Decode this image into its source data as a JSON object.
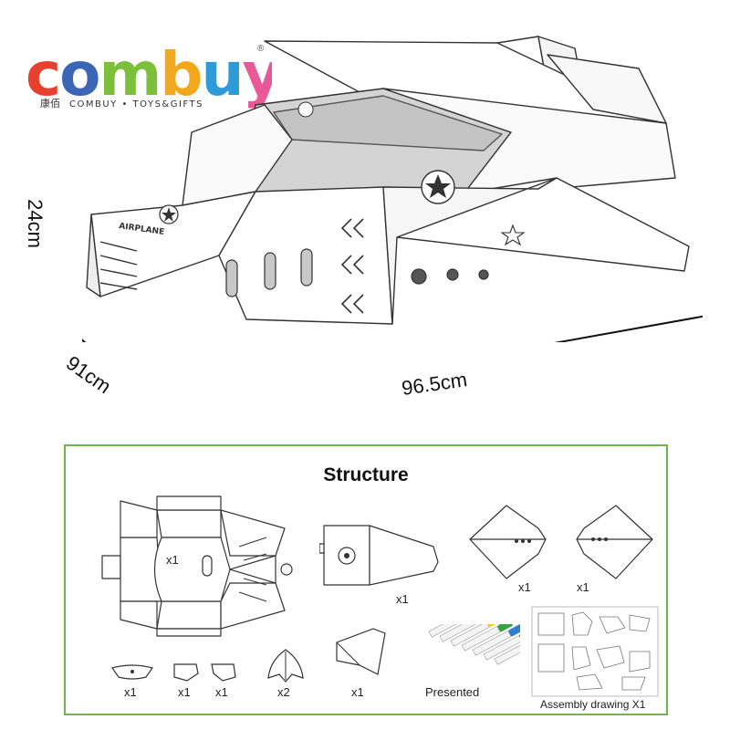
{
  "brand": {
    "name": "combuy",
    "reg_mark": "®",
    "chinese": "康佰",
    "tagline": "COMBUY • TOYS&GIFTS",
    "colors": {
      "c": "#e8402f",
      "o1": "#3a66b5",
      "m": "#7cbf3b",
      "b": "#f2a81d",
      "u": "#2f9ad8",
      "y": "#e85a97"
    }
  },
  "product": {
    "icon": "cardboard-airplane-drawing",
    "badge_text": "AIRPLANE"
  },
  "dimensions": {
    "height": "24cm",
    "depth": "91cm",
    "width": "96.5cm"
  },
  "structure": {
    "title": "Structure",
    "border_color": "#6fb64a",
    "parts": [
      {
        "icon": "main-body-panel-drawing",
        "inner_label": "x1"
      },
      {
        "icon": "nose-cone-part-drawing",
        "qty": "x1"
      },
      {
        "icon": "left-wing-part-drawing",
        "qty": "x1"
      },
      {
        "icon": "right-wing-part-drawing",
        "qty": "x1"
      },
      {
        "icon": "small-dish-part-drawing",
        "qty": "x1"
      },
      {
        "icon": "small-tab-part-drawing",
        "qty": "x1"
      },
      {
        "icon": "small-tab-part-drawing",
        "qty": "x1"
      },
      {
        "icon": "fin-part-drawing",
        "qty": "x2"
      },
      {
        "icon": "seat-part-drawing",
        "qty": "x1"
      }
    ],
    "markers": {
      "icon": "marker-pens",
      "caption": "Presented",
      "colors": [
        "#e6373a",
        "#f08a1f",
        "#f2d21c",
        "#3aa04a",
        "#2f7fd0",
        "#8a3fb8",
        "#e64b9b"
      ]
    },
    "assembly": {
      "icon": "assembly-drawing-sheet",
      "caption": "Assembly drawing X1"
    }
  }
}
